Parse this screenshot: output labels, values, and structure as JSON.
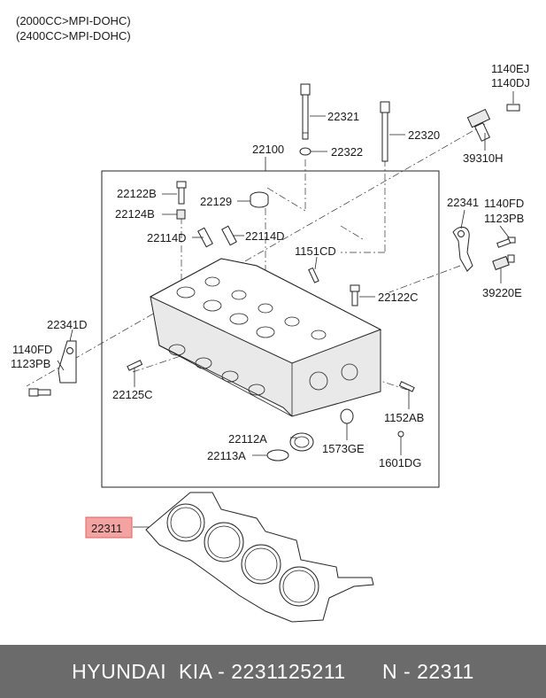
{
  "header": {
    "engine_line_1": "(2000CC>MPI-DOHC)",
    "engine_line_2": "(2400CC>MPI-DOHC)"
  },
  "parts": {
    "p1140EJ": "1140EJ",
    "p1140DJ": "1140DJ",
    "p22321": "22321",
    "p22320": "22320",
    "p22322": "22322",
    "p22100": "22100",
    "p39310H": "39310H",
    "p22122B": "22122B",
    "p22129": "22129",
    "p22124B": "22124B",
    "p22114D_left": "22114D",
    "p22114D_right": "22114D",
    "p22341_right": "22341",
    "p1140FD_right": "1140FD",
    "p1123PB_right": "1123PB",
    "p1151CD": "1151CD",
    "p22122C": "22122C",
    "p39220E": "39220E",
    "p22341D": "22341D",
    "p1140FD_left": "1140FD",
    "p1123PB_left": "1123PB",
    "p22125C": "22125C",
    "p1152AB": "1152AB",
    "p22112A": "22112A",
    "p1573GE": "1573GE",
    "p22113A": "22113A",
    "p1601DG": "1601DG",
    "p22311": "22311"
  },
  "highlight": {
    "part_label": "22311",
    "color": "#f4a3a3",
    "border_color": "#e06060"
  },
  "footer": {
    "text": "HYUNDAI  KIA - 2231125211      N - 22311",
    "background": "#6b6b6b"
  }
}
